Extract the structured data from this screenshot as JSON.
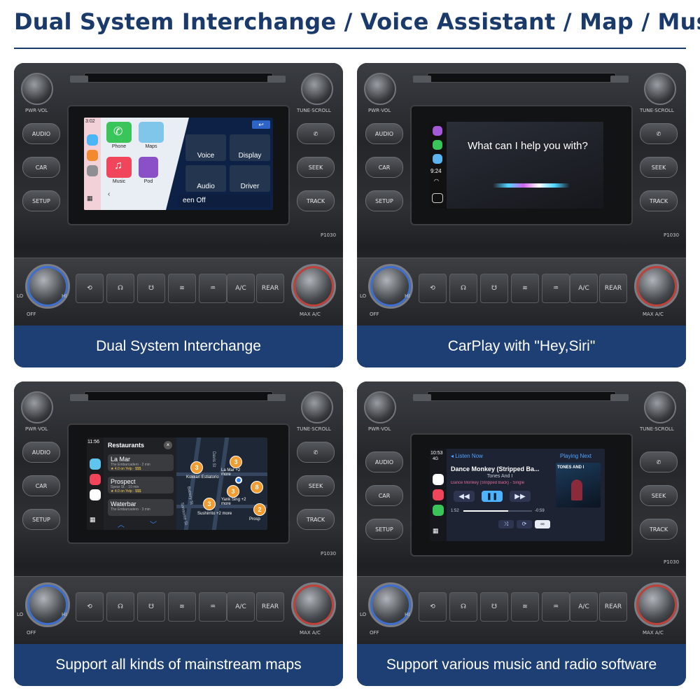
{
  "headline": "Dual System Interchange / Voice Assistant / Map / Music",
  "panels": [
    {
      "caption": "Dual System Interchange"
    },
    {
      "caption": "CarPlay with \"Hey,Siri\""
    },
    {
      "caption": "Support all kinds of mainstream maps"
    },
    {
      "caption": "Support various music and radio software"
    }
  ],
  "dash": {
    "pwr_vol": "PWR·VOL",
    "tune_scroll": "TUNE·SCROLL",
    "audio": "AUDIO",
    "car": "CAR",
    "setup": "SETUP",
    "seek": "SEEK",
    "track": "TRACK",
    "ac": "A/C",
    "rear": "REAR",
    "lo": "LO",
    "hi": "HI",
    "off": "OFF",
    "max_ac": "MAX A/C",
    "model": "P1030"
  },
  "screen1": {
    "time": "3:02",
    "apps": [
      "Phone",
      "Maps",
      "Music",
      "Pod"
    ],
    "tiles": [
      "Voice",
      "Display",
      "Audio",
      "Driver"
    ],
    "footer": "een Off"
  },
  "screen2": {
    "prompt": "What can I help you with?",
    "time": "9:24"
  },
  "screen3": {
    "time": "11:56",
    "header": "Restaurants",
    "items": [
      {
        "name": "La Mar",
        "sub": "The Embarcadero · 2 min",
        "rating": "★ 4.0 on Yelp · $$$"
      },
      {
        "name": "Prospect",
        "sub": "Spear St. · 10 min",
        "rating": "★ 4.0 on Yelp · $$$"
      },
      {
        "name": "Waterbar",
        "sub": "The Embarcadero · 3 min",
        "rating": ""
      }
    ],
    "pins": [
      "3",
      "3",
      "8",
      "3",
      "2"
    ],
    "labels": [
      "Kokkari Estiatorio",
      "La Mar +2 more",
      "Yank Sing +2 more",
      "Sushirrito +2 more",
      "Prosp"
    ],
    "streets": [
      "Davis St",
      "Battery St",
      "Sansome St"
    ]
  },
  "screen4": {
    "time": "10:53",
    "network": "4G",
    "back": "Listen Now",
    "playing_next": "Playing Next",
    "title": "Dance Monkey (Stripped Ba...",
    "artist": "Tones And I",
    "album": "Dance Monkey (Stripped Back) - Single",
    "elapsed": "1:52",
    "remaining": "-0:59",
    "cover_text": "TONES AND I"
  }
}
